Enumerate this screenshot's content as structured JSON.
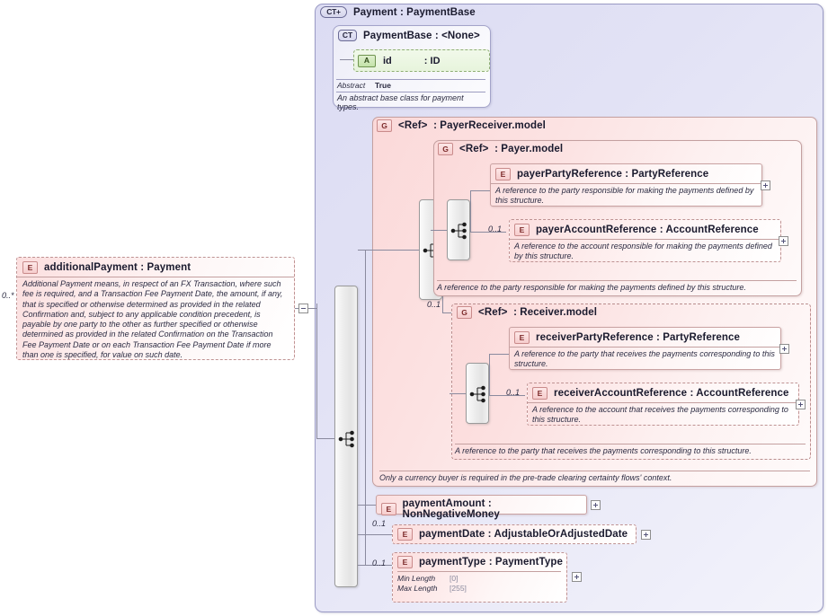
{
  "diagram": {
    "type": "xsd-schema-diagram",
    "root_element": {
      "badge": "CT+",
      "badge_name": "complex-type-expandable-icon",
      "name": "Payment",
      "sep": ":",
      "type": "PaymentBase"
    },
    "base_type": {
      "badge": "CT",
      "badge_name": "complex-type-icon",
      "name": "PaymentBase",
      "sep": ":",
      "type": "<None>",
      "attribute": {
        "badge": "A",
        "badge_name": "attribute-icon",
        "name": "id",
        "sep": ":",
        "type": "ID"
      },
      "facets": [
        {
          "key": "Abstract",
          "value": "True"
        }
      ],
      "description": "An abstract base class for payment types."
    },
    "payer_receiver_group": {
      "badge": "G",
      "badge_name": "group-ref-icon",
      "ref": "<Ref>",
      "sep": ":",
      "name": "PayerReceiver.model",
      "description": "Only a currency buyer is required in the pre-trade clearing certainty flows' context.",
      "payer_group": {
        "badge": "G",
        "badge_name": "group-ref-icon",
        "ref": "<Ref>",
        "sep": ":",
        "name": "Payer.model",
        "description": "A reference to the party responsible for making the payments defined by this structure.",
        "elements": [
          {
            "badge": "E",
            "badge_name": "element-icon",
            "name": "payerPartyReference",
            "sep": ":",
            "type": "PartyReference",
            "description": "A reference to the party responsible for making the payments defined by this structure.",
            "cardinality": "",
            "required": true
          },
          {
            "badge": "E",
            "badge_name": "element-icon",
            "name": "payerAccountReference",
            "sep": ":",
            "type": "AccountReference",
            "description": "A reference to the account responsible for making the payments defined by this structure.",
            "cardinality": "0..1",
            "required": false
          }
        ]
      },
      "receiver_group": {
        "badge": "G",
        "badge_name": "group-ref-icon",
        "ref": "<Ref>",
        "sep": ":",
        "name": "Receiver.model",
        "cardinality": "0..1",
        "description": "A reference to the party that receives the payments corresponding to this structure.",
        "elements": [
          {
            "badge": "E",
            "badge_name": "element-icon",
            "name": "receiverPartyReference",
            "sep": ":",
            "type": "PartyReference",
            "description": "A reference to the party that receives the payments corresponding to this structure.",
            "cardinality": "",
            "required": true
          },
          {
            "badge": "E",
            "badge_name": "element-icon",
            "name": "receiverAccountReference",
            "sep": ":",
            "type": "AccountReference",
            "description": "A reference to the account that receives the payments corresponding to this structure.",
            "cardinality": "0..1",
            "required": false
          }
        ]
      }
    },
    "payment_elements": [
      {
        "badge": "E",
        "badge_name": "element-icon",
        "name": "paymentAmount",
        "sep": ":",
        "type": "NonNegativeMoney",
        "cardinality": "",
        "required": true
      },
      {
        "badge": "E",
        "badge_name": "element-icon",
        "name": "paymentDate",
        "sep": ":",
        "type": "AdjustableOrAdjustedDate",
        "cardinality": "0..1",
        "required": false
      },
      {
        "badge": "E",
        "badge_name": "element-icon",
        "name": "paymentType",
        "sep": ":",
        "type": "PaymentType",
        "cardinality": "0..1",
        "required": false,
        "facets": [
          {
            "key": "Min Length",
            "value": "[0]"
          },
          {
            "key": "Max Length",
            "value": "[255]"
          }
        ]
      }
    ],
    "source_element": {
      "badge": "E",
      "badge_name": "element-icon",
      "name": "additionalPayment",
      "sep": ":",
      "type": "Payment",
      "cardinality": "0..*",
      "description": "Additional Payment means, in respect of an FX Transaction, where such fee is required, and a Transaction Fee Payment Date, the amount, if any, that is specified or otherwise determined as provided in the related Confirmation and, subject to any applicable condition precedent, is payable by one party to the other as further specified or otherwise determined as provided in the related Confirmation on the Transaction Fee Payment Date or on each Transaction Fee Payment Date if more than one is specified, for value on such date."
    },
    "controls": {
      "collapse_label": "−",
      "expand_label": "+"
    },
    "colors": {
      "complex_type_fill": "#dcdcf3",
      "group_fill": "#fbd9d9",
      "element_fill": "#fcdede",
      "attribute_fill": "#dff0cf",
      "line": "#8a8a9e"
    }
  }
}
